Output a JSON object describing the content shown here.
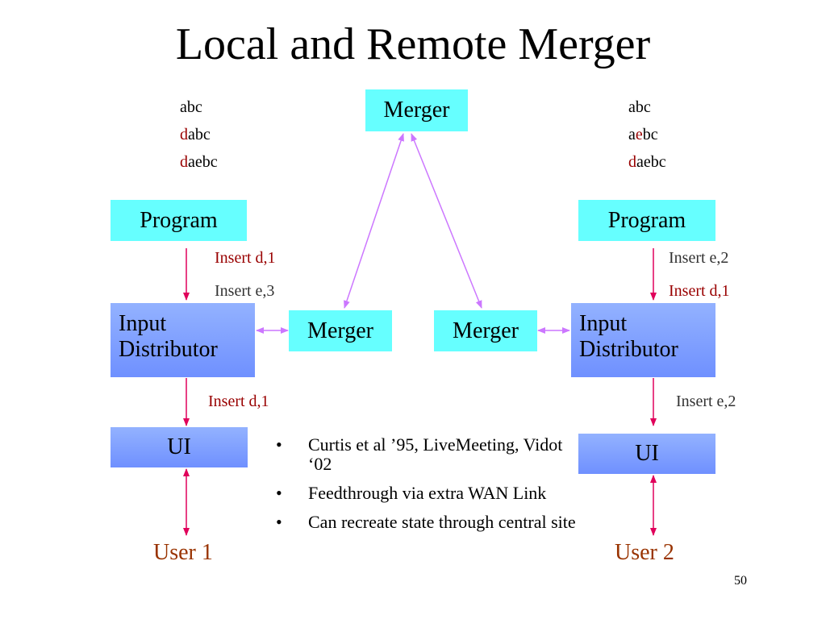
{
  "slide": {
    "title": "Local and Remote Merger",
    "page_number": "50"
  },
  "top_merger": {
    "label": "Merger"
  },
  "left": {
    "history": [
      {
        "red": "",
        "rest": "abc"
      },
      {
        "red": "d",
        "rest": "abc"
      },
      {
        "red": "d",
        "rest": "aebc"
      }
    ],
    "program": "Program",
    "insert_upper_1": "Insert d,1",
    "insert_upper_2": "Insert e,3",
    "input_distributor": "Input Distributor",
    "merger": "Merger",
    "insert_lower": "Insert d,1",
    "ui": "UI",
    "user": "User 1"
  },
  "right": {
    "history": [
      {
        "pre": "",
        "mid": "",
        "rest": "abc"
      },
      {
        "pre": "a",
        "mid": "e",
        "rest": "bc"
      },
      {
        "pre": "",
        "mid": "d",
        "rest": "aebc"
      }
    ],
    "program": "Program",
    "insert_upper_1": "Insert e,2",
    "insert_upper_2": "Insert d,1",
    "input_distributor": "Input Distributor",
    "merger": "Merger",
    "insert_lower": "Insert e,2",
    "ui": "UI",
    "user": "User 2"
  },
  "bullets": [
    "Curtis et al ’95, LiveMeeting, Vidot ‘02",
    "Feedthrough via extra WAN Link",
    "Can recreate state through central site"
  ],
  "colors": {
    "cyan_box": "#66ffff",
    "blue_box": "#7b9bff",
    "arrow_pink": "#e0005a",
    "arrow_violet": "#cc77ff",
    "red_text": "#990000",
    "user_text": "#993300"
  }
}
